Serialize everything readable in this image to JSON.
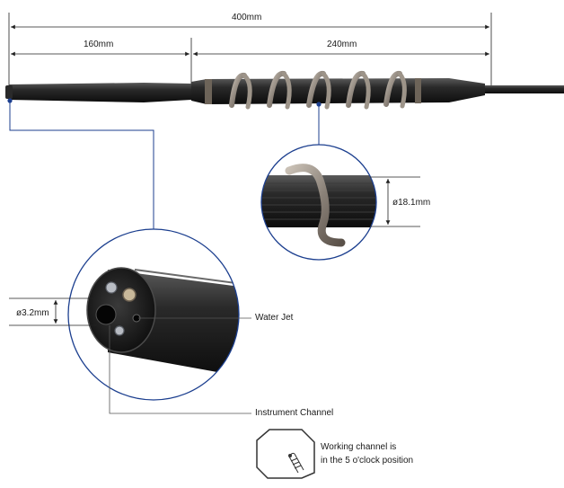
{
  "dimensions": {
    "total_length": "400mm",
    "section_left": "160mm",
    "section_right": "240mm",
    "spiral_diameter": "ø18.1mm",
    "tip_diameter": "ø3.2mm"
  },
  "callouts": {
    "water_jet": "Water Jet",
    "instrument_channel": "Instrument Channel"
  },
  "note": {
    "line1": "Working channel is",
    "line2": "in the 5 o'clock position"
  },
  "colors": {
    "leader_line": "#1c3f8f",
    "dimension_line": "#222222",
    "scope_body": "#1b1b1b",
    "spiral": "#8a8178"
  }
}
